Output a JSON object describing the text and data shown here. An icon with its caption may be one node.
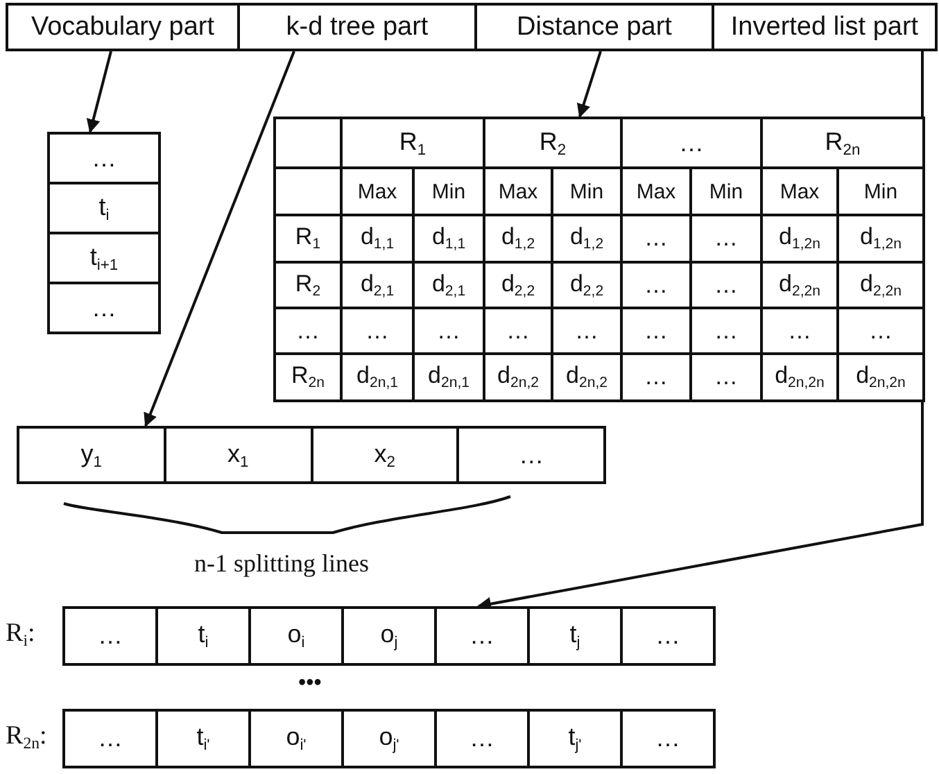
{
  "diagram": {
    "nodes": [
      {
        "text": [
          "Vocabulary part"
        ]
      },
      {
        "text": [
          "k-d tree part"
        ]
      },
      {
        "text": [
          "Distance part"
        ]
      },
      {
        "text": [
          "Inverted list part"
        ]
      },
      {
        "text": [
          "…",
          "t$_{i}$",
          "t$_{i+1}$",
          "…"
        ]
      },
      {
        "text": [
          "R$_{1}$",
          "R$_{2}$",
          "…",
          "R$_{2n}$",
          "Max",
          "Min",
          "Max",
          "Min",
          "Max",
          "Min",
          "Max",
          "Min",
          "R$_{1}$",
          "d$_{1,1}$",
          "d$_{1,1}$",
          "d$_{1,2}$",
          "d$_{1,2}$",
          "…",
          "…",
          "d$_{1,2n}$",
          "d$_{1,2n}$",
          "R$_{2}$",
          "d$_{2,1}$",
          "d$_{2,1}$",
          "d$_{2,2}$",
          "d$_{2,2}$",
          "…",
          "…",
          "d$_{2,2n}$",
          "d$_{2,2n}$",
          "…",
          "…",
          "…",
          "…",
          "…",
          "…",
          "…",
          "…",
          "…",
          "R$_{2n}$",
          "d$_{2n,1}$",
          "d$_{2n,1}$",
          "d$_{2n,2}$",
          "d$_{2n,2}$",
          "…",
          "…",
          "d$_{2n,2n}$",
          "d$_{2n,2n}$"
        ]
      },
      {
        "text": [
          "y$_{1}$",
          "x$_{1}$",
          "x$_{2}$",
          "…"
        ]
      },
      {
        "text": [
          "…",
          "t$_{i}$",
          "o$_{i}$",
          "o$_{j}$",
          "…",
          "t$_{j}$",
          "…"
        ],
        "beside": [
          "R$_{i}$:"
        ]
      },
      {
        "text": [
          "…",
          "t$_{i'}$",
          "o$_{i'}$",
          "o$_{j'}$",
          "…",
          "t$_{j'}$",
          "…"
        ],
        "beside": [
          "R$_{2n}$:"
        ]
      }
    ],
    "edges": [
      {
        "from": 0,
        "to": 4,
        "arrow": "to"
      },
      {
        "from": 1,
        "to": 6,
        "arrow": "to"
      },
      {
        "from": 2,
        "to": 5,
        "arrow": "to"
      },
      {
        "from": 3,
        "to": 7,
        "arrow": "to"
      }
    ],
    "labels": [
      "n-1 splitting lines",
      "•••"
    ]
  }
}
